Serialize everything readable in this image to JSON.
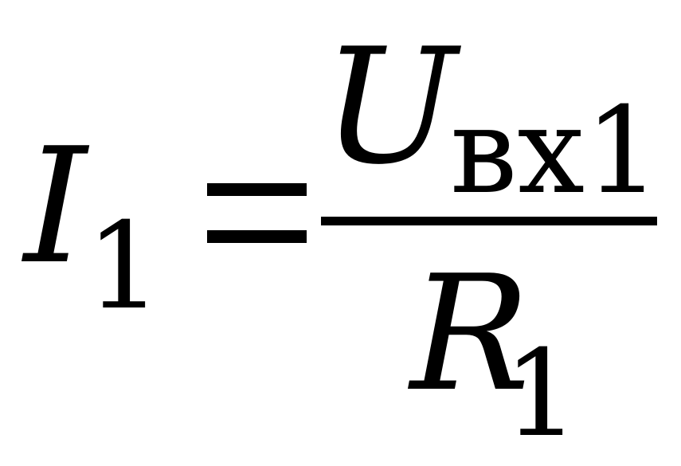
{
  "formula": {
    "lhs": {
      "symbol": "I",
      "subscript": "1"
    },
    "operator": "=",
    "numerator": {
      "symbol": "U",
      "subscript": "вх1"
    },
    "denominator": {
      "symbol": "R",
      "subscript": "1"
    }
  }
}
